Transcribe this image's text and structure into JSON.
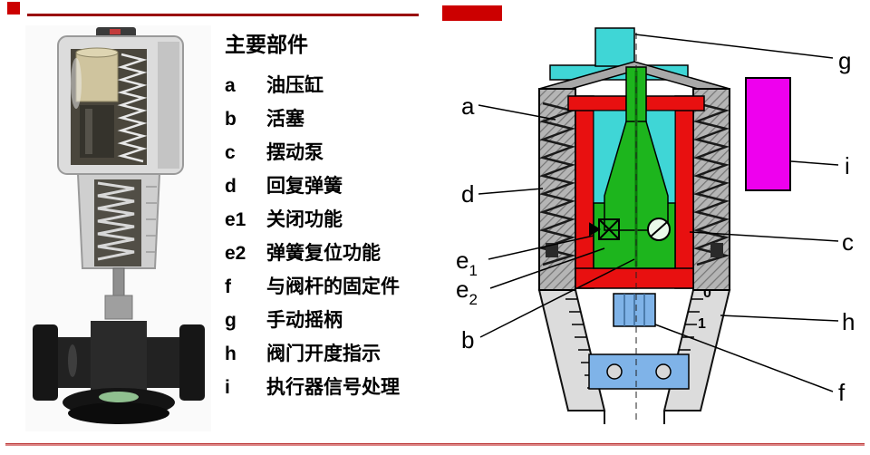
{
  "colors": {
    "accent_red": "#cc0000",
    "underline_red": "#990000",
    "cylinder_red": "#e81010",
    "fluid_cyan": "#3fd6d6",
    "piston_green": "#1db51d",
    "signal_magenta": "#ee00ee",
    "connector_blue": "#7fb3e8"
  },
  "legend": {
    "title": "主要部件",
    "items": [
      {
        "key": "a",
        "label": "油压缸"
      },
      {
        "key": "b",
        "label": "活塞"
      },
      {
        "key": "c",
        "label": "摆动泵"
      },
      {
        "key": "d",
        "label": "回复弹簧"
      },
      {
        "key": "e1",
        "label": "关闭功能"
      },
      {
        "key": "e2",
        "label": "弹簧复位功能"
      },
      {
        "key": "f",
        "label": "与阀杆的固定件"
      },
      {
        "key": "g",
        "label": "手动摇柄"
      },
      {
        "key": "h",
        "label": "阀门开度指示"
      },
      {
        "key": "i",
        "label": "执行器信号处理"
      }
    ]
  },
  "diagram": {
    "labels": {
      "a": "a",
      "d": "d",
      "e1_base": "e",
      "e1_sub": "1",
      "e2_base": "e",
      "e2_sub": "2",
      "b": "b",
      "g": "g",
      "i": "i",
      "c": "c",
      "h": "h",
      "f": "f"
    },
    "scale": {
      "mark0": "0",
      "mark1": "1"
    }
  }
}
